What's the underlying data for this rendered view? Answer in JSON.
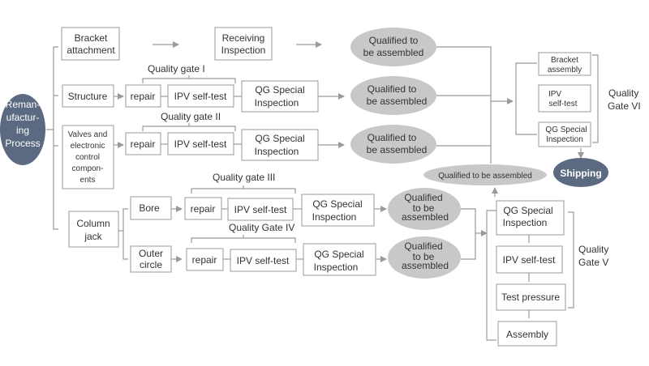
{
  "start": {
    "label": [
      "Reman-",
      "ufactur-",
      "ing",
      "Process"
    ]
  },
  "top_row": {
    "bracket_attachment": [
      "Bracket",
      "attachment"
    ],
    "receiving_inspection": [
      "Receiving",
      "Inspection"
    ],
    "qualified": [
      "Qualified to",
      "be assembled"
    ]
  },
  "structure_row": {
    "gate": "Quality gate I",
    "part": "Structure",
    "repair": "repair",
    "selftest": "IPV self-test",
    "qg": [
      "QG Special",
      "Inspection"
    ],
    "qualified": [
      "Qualified to",
      "be assembled"
    ]
  },
  "valves_row": {
    "gate": "Quality gate  II",
    "part": [
      "Valves and",
      "electronic",
      "control",
      "compon-",
      "ents"
    ],
    "repair": "repair",
    "selftest": "IPV self-test",
    "qg": [
      "QG Special",
      "Inspection"
    ],
    "qualified": [
      "Qualified to",
      "be assembled"
    ]
  },
  "column_jack": {
    "label": [
      "Column",
      "jack"
    ],
    "bore": {
      "gate": "Quality gate  III",
      "part": "Bore",
      "repair": "repair",
      "selftest": "IPV self-test",
      "qg": [
        "QG Special",
        "Inspection"
      ],
      "qualified": [
        "Qualified",
        "to be",
        "assembled"
      ]
    },
    "outer": {
      "gate": "Quality Gate IV",
      "part": [
        "Outer",
        "circle"
      ],
      "repair": "repair",
      "selftest": "IPV self-test",
      "qg": [
        "QG Special",
        "Inspection"
      ],
      "qualified": [
        "Qualified",
        "to be",
        "assembled"
      ]
    }
  },
  "mid_qualified": "Qualified to be assembled",
  "gate_vi": {
    "label": [
      "Quality",
      "Gate VI"
    ],
    "steps": [
      [
        "Bracket",
        "assembly"
      ],
      [
        "IPV",
        "self-test"
      ],
      [
        "QG Special",
        "Inspection"
      ]
    ]
  },
  "shipping": "Shipping",
  "gate_v": {
    "label": [
      "Quality",
      "Gate V"
    ],
    "steps": [
      [
        "QG Special",
        "Inspection"
      ],
      [
        "IPV self-test"
      ],
      [
        "Test pressure"
      ],
      [
        "Assembly"
      ]
    ]
  }
}
